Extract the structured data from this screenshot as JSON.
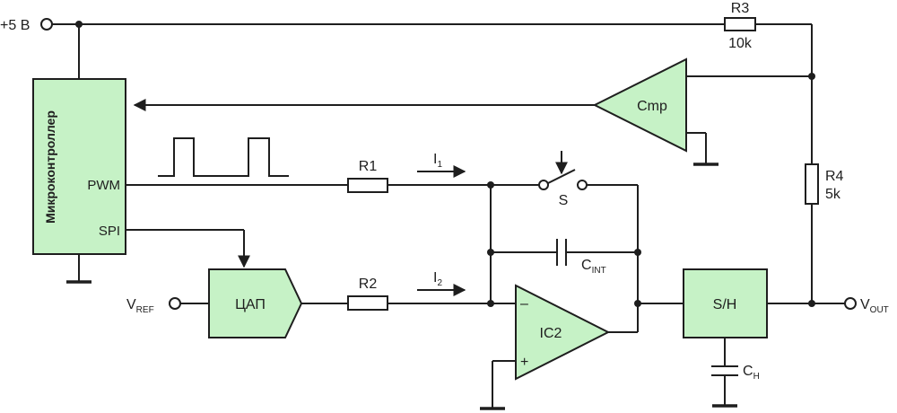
{
  "colors": {
    "block_fill": "#c6f2c6",
    "line": "#1e1e1e",
    "background": "#ffffff"
  },
  "terminals": {
    "supply": "+5 В",
    "vref_main": "V",
    "vref_sub": "REF",
    "vout_main": "V",
    "vout_sub": "OUT"
  },
  "mcu": {
    "name": "Микроконтроллер",
    "pin_pwm": "PWM",
    "pin_spi": "SPI"
  },
  "components": {
    "r1": "R1",
    "r2": "R2",
    "r3_name": "R3",
    "r3_value": "10k",
    "r4_name": "R4",
    "r4_value": "5k",
    "switch": "S",
    "cint_main": "C",
    "cint_sub": "INT",
    "ch_main": "C",
    "ch_sub": "H",
    "i1_main": "I",
    "i1_sub": "1",
    "i2_main": "I",
    "i2_sub": "2",
    "minus": "–",
    "plus": "+"
  },
  "blocks": {
    "dac": "ЦАП",
    "opamp": "IC2",
    "sample_hold": "S/H",
    "comparator": "Cmp"
  }
}
